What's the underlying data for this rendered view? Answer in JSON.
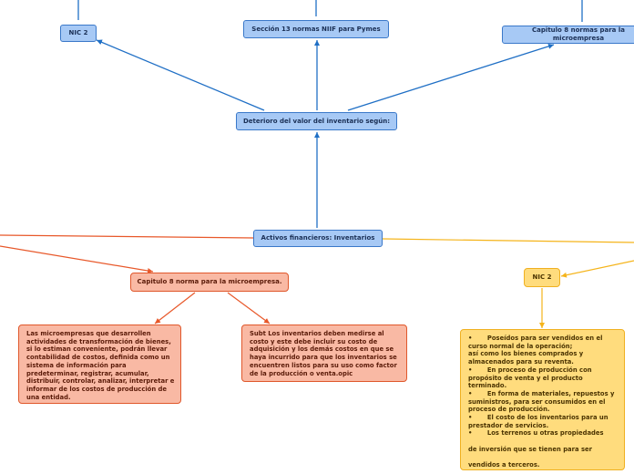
{
  "nodes": {
    "nic2_top": "NIC 2",
    "seccion13": "Sección 13 normas NIIF para Pymes",
    "capitulo8_micro_top": "Capitulo 8 normas para la microempresa",
    "deterioro": "Deterioro del valor del inventario según:",
    "activos": "Activos financieros: Inventarios",
    "capitulo8_red": "Capitulo 8 norma para la microempresa.",
    "red_text_left": "Las microempresas que desarrollen actividades de transformación de bienes, si lo estiman conveniente, podrán llevar contabilidad de costos, definida como un sistema de información para predeterminar, registrar, acumular, distribuir, controlar, analizar, interpretar e informar de los costos de producción de una entidad.",
    "red_text_right": "Subt Los inventarios deben medirse al costo y este debe incluir su costo de adquisición y los demás costos en que se haya incurrido para que los inventarios se encuentren listos para su uso como factor de la producción o venta.opic",
    "nic2_yellow": "NIC 2",
    "yellow_text": "•       Poseídos para ser vendidos en el curso normal de la operación;\nasí como los bienes comprados y almacenados para su reventa.\n•       En proceso de producción con propósito de venta y el producto terminado.\n•       En forma de materiales, repuestos y suministros, para ser consumidos en el proceso de producción.\n•       El costo de los inventarios para un prestador de servicios.\n•       Los terrenos u otras propiedades\n\nde inversión que se tienen para ser\n\nvendidos a terceros."
  },
  "colors": {
    "blue_line": "#1f6fc5",
    "red_line": "#e8582a",
    "yellow_line": "#f5b41a"
  }
}
